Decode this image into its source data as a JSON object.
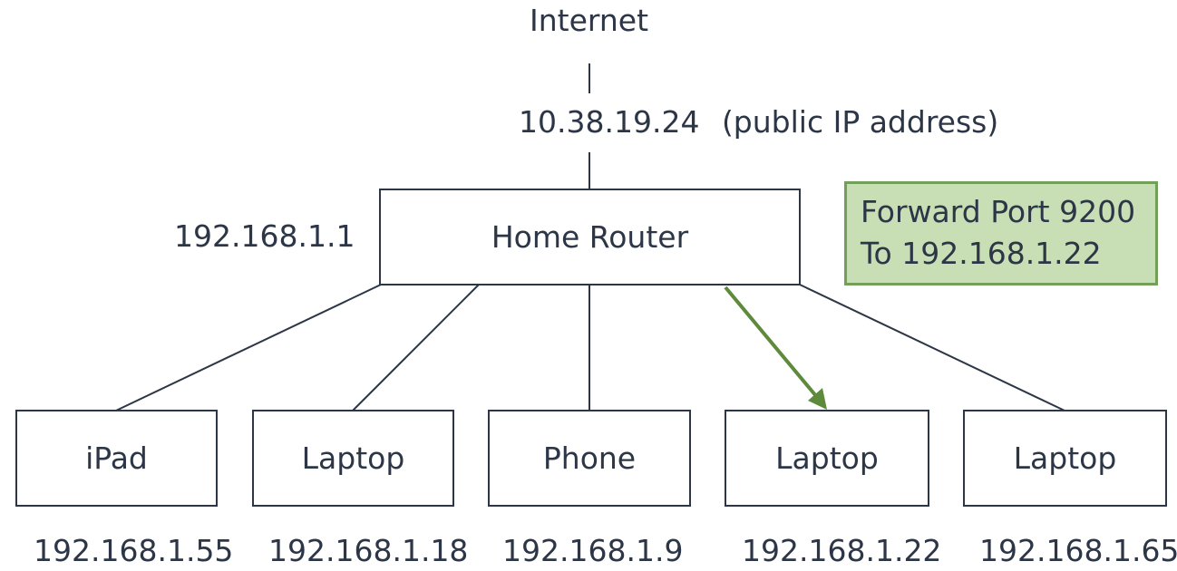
{
  "internet_label": "Internet",
  "public_ip": "10.38.19.24",
  "public_ip_note": "(public IP address)",
  "router": {
    "label": "Home Router",
    "lan_ip": "192.168.1.1"
  },
  "forward_rule": {
    "line1": "Forward Port 9200",
    "line2": "To 192.168.1.22"
  },
  "devices": [
    {
      "label": "iPad",
      "ip": "192.168.1.55"
    },
    {
      "label": "Laptop",
      "ip": "192.168.1.18"
    },
    {
      "label": "Phone",
      "ip": "192.168.1.9"
    },
    {
      "label": "Laptop",
      "ip": "192.168.1.22"
    },
    {
      "label": "Laptop",
      "ip": "192.168.1.65"
    }
  ],
  "colors": {
    "text": "#2c3646",
    "note_fill": "#c8deb4",
    "note_border": "#73a058",
    "forward_arrow": "#5e8a3c"
  }
}
